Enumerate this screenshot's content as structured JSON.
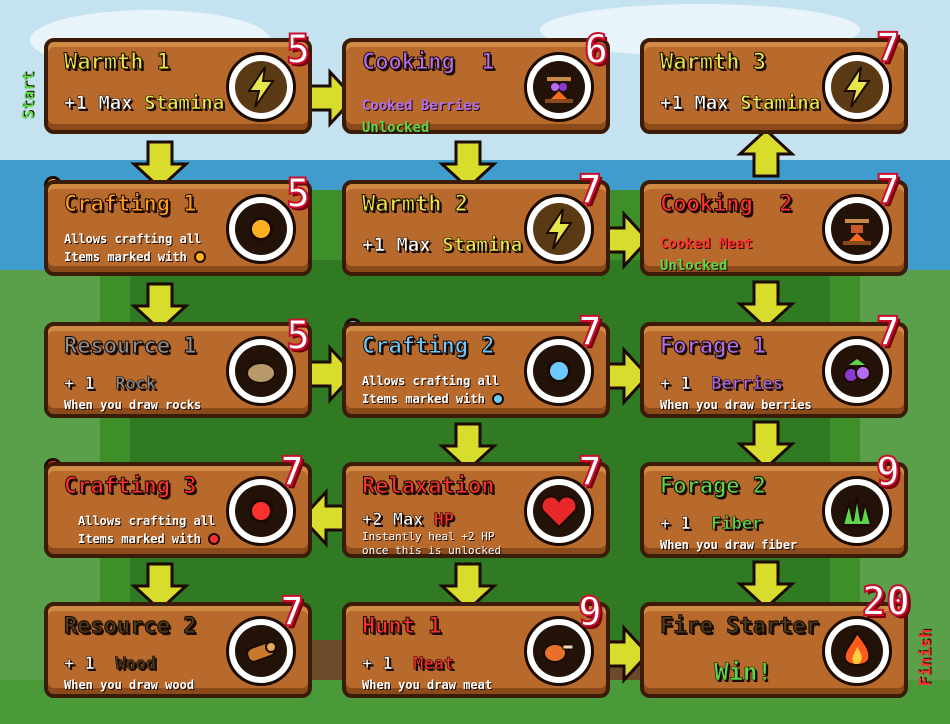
{
  "labels": {
    "start": "Start",
    "finish": "Finish"
  },
  "colors": {
    "card": "#b86a2c",
    "yellow": "#e6e64a",
    "purple": "#b46cf0",
    "green": "#5ed64a",
    "gray": "#8c8c8c",
    "orange": "#ff9c1e",
    "blue": "#6cc8ff",
    "red": "#ff3030",
    "dark": "#4a3a20",
    "cost_outline": "#c8102e"
  },
  "nodes": {
    "warmth1": {
      "title": "Warmth 1",
      "cost": "5",
      "plus": "+1 Max",
      "stat": "Stamina",
      "icon": "lightning-icon"
    },
    "cooking1": {
      "title": "Cooking",
      "title_num": "1",
      "cost": "6",
      "item": "Cooked Berries",
      "status": "Unlocked",
      "icon": "campfire-icon"
    },
    "warmth3": {
      "title": "Warmth 3",
      "cost": "7",
      "plus": "+1 Max",
      "stat": "Stamina",
      "icon": "lightning-icon"
    },
    "crafting1": {
      "title": "Crafting 1",
      "cost": "5",
      "desc1": "Allows crafting all",
      "desc2": "Items marked with",
      "icon": "orange-gem-icon"
    },
    "warmth2": {
      "title": "Warmth 2",
      "cost": "7",
      "plus": "+1 Max",
      "stat": "Stamina",
      "icon": "lightning-icon"
    },
    "cooking2": {
      "title": "Cooking",
      "title_num": "2",
      "cost": "7",
      "item": "Cooked Meat",
      "status": "Unlocked",
      "icon": "campfire-icon"
    },
    "resource1": {
      "title": "Resource 1",
      "cost": "5",
      "plus": "+ 1",
      "item": "Rock",
      "desc": "When you draw rocks",
      "icon": "rock-icon"
    },
    "crafting2": {
      "title": "Crafting 2",
      "cost": "7",
      "desc1": "Allows crafting all",
      "desc2": "Items marked with",
      "icon": "blue-gem-icon"
    },
    "forage1": {
      "title": "Forage 1",
      "cost": "7",
      "plus": "+ 1",
      "item": "Berries",
      "desc": "When you draw berries",
      "icon": "berries-icon"
    },
    "crafting3": {
      "title": "Crafting 3",
      "cost": "7",
      "desc1": "Allows crafting all",
      "desc2": "Items marked with",
      "icon": "red-gem-icon"
    },
    "relaxation": {
      "title": "Relaxation",
      "cost": "7",
      "plus": "+2 Max",
      "stat": "HP",
      "desc1": "Instantly heal +2 HP",
      "desc2": "once this is unlocked",
      "icon": "heart-icon"
    },
    "forage2": {
      "title": "Forage 2",
      "cost": "9",
      "plus": "+ 1",
      "item": "Fiber",
      "desc": "When you draw fiber",
      "icon": "fiber-icon"
    },
    "resource2": {
      "title": "Resource 2",
      "cost": "7",
      "plus": "+ 1",
      "item": "Wood",
      "desc": "When you draw wood",
      "icon": "wood-icon"
    },
    "hunt1": {
      "title": "Hunt 1",
      "cost": "9",
      "plus": "+ 1",
      "item": "Meat",
      "desc": "When you draw meat",
      "icon": "meat-icon"
    },
    "firestarter": {
      "title": "Fire Starter",
      "cost": "20",
      "win": "Win!",
      "icon": "fire-icon"
    }
  }
}
